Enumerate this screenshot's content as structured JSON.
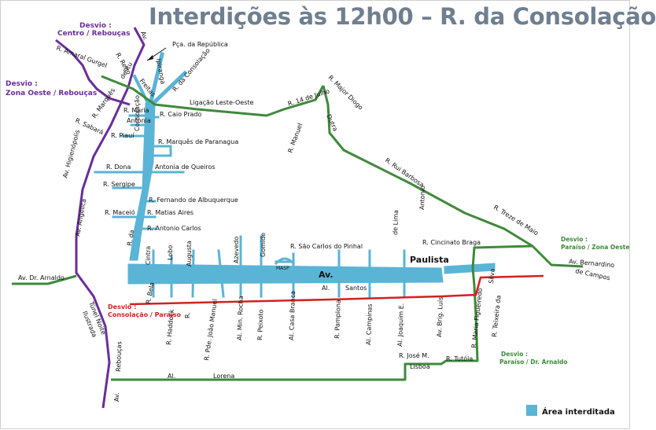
{
  "title": "Interdições às 12h00 – R. da Consolação",
  "colors": {
    "closed_area": "#5ab4d6",
    "detour_purple": "#6a2d9a",
    "detour_green": "#3e8a3a",
    "detour_red": "#d42020",
    "title": "#6f7f8f"
  },
  "detours": {
    "centro_reboucas_1": "Desvio :",
    "centro_reboucas_2": "Centro / Rebouças",
    "zona_oeste_reboucas_1": "Desvio :",
    "zona_oeste_reboucas_2": "Zona Oeste / Rebouças",
    "paraiso_zona_oeste_1": "Desvio :",
    "paraiso_zona_oeste_2": "Paraíso / Zona Oeste",
    "consolacao_paraiso_1": "Desvio :",
    "consolacao_paraiso_2": "Consolação / Paraíso",
    "paraiso_dr_arnaldo_1": "Desvio :",
    "paraiso_dr_arnaldo_2": "Paraíso / Dr. Arnaldo"
  },
  "streets": {
    "av_top": "Av.",
    "praca_republica": "Pça. da República",
    "rego": "R. Rego",
    "amaral_gurgel": "R. Amaral Gurgel",
    "de_itu": "de Itu",
    "ipiranga": "Ipiranga",
    "r_da_consolacao": "R. da Consolação",
    "freitas": "Freitas",
    "ligacao": "Ligação Leste-Oeste",
    "catorze_julho": "R. 14 de Julho",
    "major_diogo": "R. Major Diogo",
    "dutra": "Dutra",
    "marques": "R. Marquês",
    "sabara": "R. Sabará",
    "maria": "R. Maria",
    "antonia": "Antonia",
    "caio_prado": "R. Caio Prado",
    "piaui": "R. Piauí",
    "consolacao_v": "Consolação",
    "marques_paranagua": "R. Marquês de Paranagua",
    "higienopolis": "Av. Higienópolis",
    "manuel": "R. Manuel",
    "rui_barbosa": "R. Rui Barbosa",
    "dona": "R. Dona",
    "antonia_queiros": "Antonia de Queiros",
    "sergipe": "R.  Sergipe",
    "fernando_albuquerque": "R. Fernando de Albuquerque",
    "angelica": "Av. Angélica",
    "maceio": "R. Maceió",
    "matias_aires": "R. Matias Aires",
    "treze_maio": "R. Treze de Maio",
    "antonio": "Antonio",
    "de_lima": "de Lima",
    "antonio_carlos": "R. Antonio Carlos",
    "r_da": "R. da",
    "cintra": "Cintra",
    "lobo": "Lobo",
    "augusta": "Augusta",
    "azevedo": "Azevedo",
    "gomide": "Gomide",
    "sao_carlos": "R. São Carlos do Pinhal",
    "masp": "MASP",
    "av_paulista_1": "Av.",
    "av_paulista_2": "Paulista",
    "cincinato_braga": "R. Cincinato Braga",
    "av_bernardino_1": "Av.  Bernardino",
    "av_bernardino_2": "de Campos",
    "dr_arnaldo": "Av. Dr. Arnaldo",
    "al_santos_1": "Al.",
    "al_santos_2": "Santos",
    "silva": "Silva",
    "bela": "R. Bela",
    "r_single": "R.",
    "haddock": "R. Haddock",
    "pde_joao": "R. Pde. João Manuel",
    "min_rocha": "Al. Min. Rocha",
    "peixoto": "R.  Peixoto",
    "casa_branca": "Al. Casa Branca",
    "pamplona": "R. Pamplona",
    "campinas": "Al.    Campinas",
    "joaquim": "Al. Joaquim E.",
    "brig_luis": "Av. Brig.  Luís",
    "maria_figueiredo": "R. Maria Figueiredo",
    "teixeira": "R. Teixeira da",
    "tunel": "Túnel Noite",
    "ilustrada": "Ilustrada",
    "reboucas": "Rebouças",
    "av_bottom": "Av.",
    "jose_m": "R. José M.",
    "lisboa": "Lisboa",
    "tutoia": "R. Tutóia",
    "al_lorena_1": "Al.",
    "al_lorena_2": "Lorena"
  },
  "legend": {
    "label": "Área interditada"
  }
}
